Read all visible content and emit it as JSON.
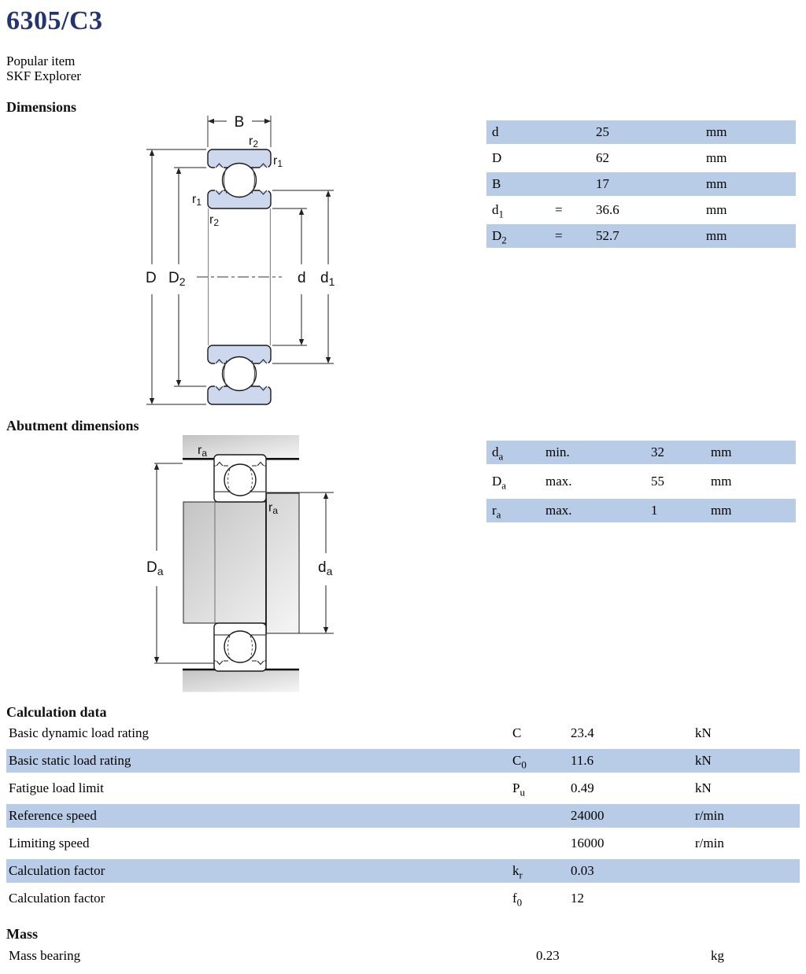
{
  "colors": {
    "accent": "#243470",
    "row_blue": "#b9cce7",
    "ring_fill": "#cdd8ee"
  },
  "header": {
    "title": "6305/C3",
    "tag1": "Popular item",
    "tag2": "SKF Explorer"
  },
  "dimensions": {
    "heading": "Dimensions",
    "rows": [
      {
        "sym": "d",
        "sub": "",
        "eq": "",
        "val": "25",
        "unit": "mm"
      },
      {
        "sym": "D",
        "sub": "",
        "eq": "",
        "val": "62",
        "unit": "mm"
      },
      {
        "sym": "B",
        "sub": "",
        "eq": "",
        "val": "17",
        "unit": "mm"
      },
      {
        "sym": "d",
        "sub": "1",
        "eq": "=",
        "val": "36.6",
        "unit": "mm"
      },
      {
        "sym": "D",
        "sub": "2",
        "eq": "=",
        "val": "52.7",
        "unit": "mm"
      }
    ],
    "labels": {
      "B": "B",
      "r1": {
        "b": "r",
        "s": "1"
      },
      "r2": {
        "b": "r",
        "s": "2"
      },
      "D": "D",
      "D2": {
        "b": "D",
        "s": "2"
      },
      "d": "d",
      "d1": {
        "b": "d",
        "s": "1"
      }
    }
  },
  "abutment": {
    "heading": "Abutment dimensions",
    "rows": [
      {
        "sym": "d",
        "sub": "a",
        "qual": "min.",
        "val": "32",
        "unit": "mm"
      },
      {
        "sym": "D",
        "sub": "a",
        "qual": "max.",
        "val": "55",
        "unit": "mm"
      },
      {
        "sym": "r",
        "sub": "a",
        "qual": "max.",
        "val": "1",
        "unit": "mm"
      }
    ],
    "labels": {
      "ra": {
        "b": "r",
        "s": "a"
      },
      "Da": {
        "b": "D",
        "s": "a"
      },
      "da": {
        "b": "d",
        "s": "a"
      }
    }
  },
  "calculation": {
    "heading": "Calculation data",
    "rows": [
      {
        "label": "Basic dynamic load rating",
        "sym": "C",
        "sub": "",
        "val": "23.4",
        "unit": "kN"
      },
      {
        "label": "Basic static load rating",
        "sym": "C",
        "sub": "0",
        "val": "11.6",
        "unit": "kN"
      },
      {
        "label": "Fatigue load limit",
        "sym": "P",
        "sub": "u",
        "val": "0.49",
        "unit": "kN"
      },
      {
        "label": "Reference speed",
        "sym": "",
        "sub": "",
        "val": "24000",
        "unit": "r/min"
      },
      {
        "label": "Limiting speed",
        "sym": "",
        "sub": "",
        "val": "16000",
        "unit": "r/min"
      },
      {
        "label": "Calculation factor",
        "sym": "k",
        "sub": "r",
        "val": "0.03",
        "unit": ""
      },
      {
        "label": "Calculation factor",
        "sym": "f",
        "sub": "0",
        "val": "12",
        "unit": ""
      }
    ]
  },
  "mass": {
    "heading": "Mass",
    "rows": [
      {
        "label": "Mass bearing",
        "val": "0.23",
        "unit": "kg"
      }
    ]
  }
}
